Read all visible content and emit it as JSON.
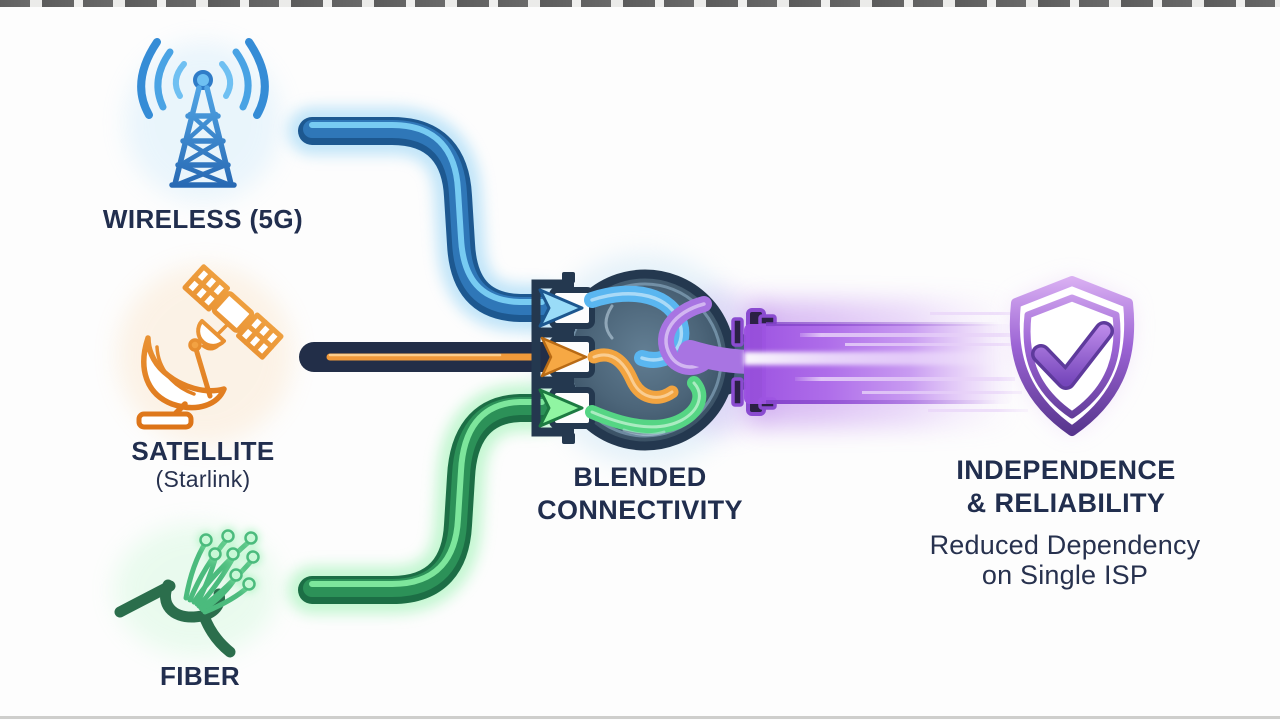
{
  "sources": [
    {
      "label": "WIRELESS (5G)",
      "icon": "cell-tower-icon",
      "color": "#2f7fd0"
    },
    {
      "label": "SATELLITE",
      "sublabel": "(Starlink)",
      "icon": "satellite-dish-icon",
      "color": "#ee8b2c"
    },
    {
      "label": "FIBER",
      "icon": "fiber-optic-icon",
      "color": "#2fae62"
    }
  ],
  "hub": {
    "line1": "BLENDED",
    "line2": "CONNECTIVITY",
    "icon": "blender-swirl-icon"
  },
  "outcome": {
    "line1": "INDEPENDENCE",
    "line2": "& RELIABILITY",
    "sub_line1": "Reduced Dependency",
    "sub_line2": "on Single ISP",
    "icon": "shield-check-icon",
    "color": "#8b4fc8"
  },
  "palette": {
    "text": "#212e4e",
    "background": "#fdfdfd",
    "wireless_blue": "#2f7fd0",
    "satellite_orange": "#ee8b2c",
    "fiber_green": "#2fae62",
    "output_purple": "#9a55d6"
  }
}
